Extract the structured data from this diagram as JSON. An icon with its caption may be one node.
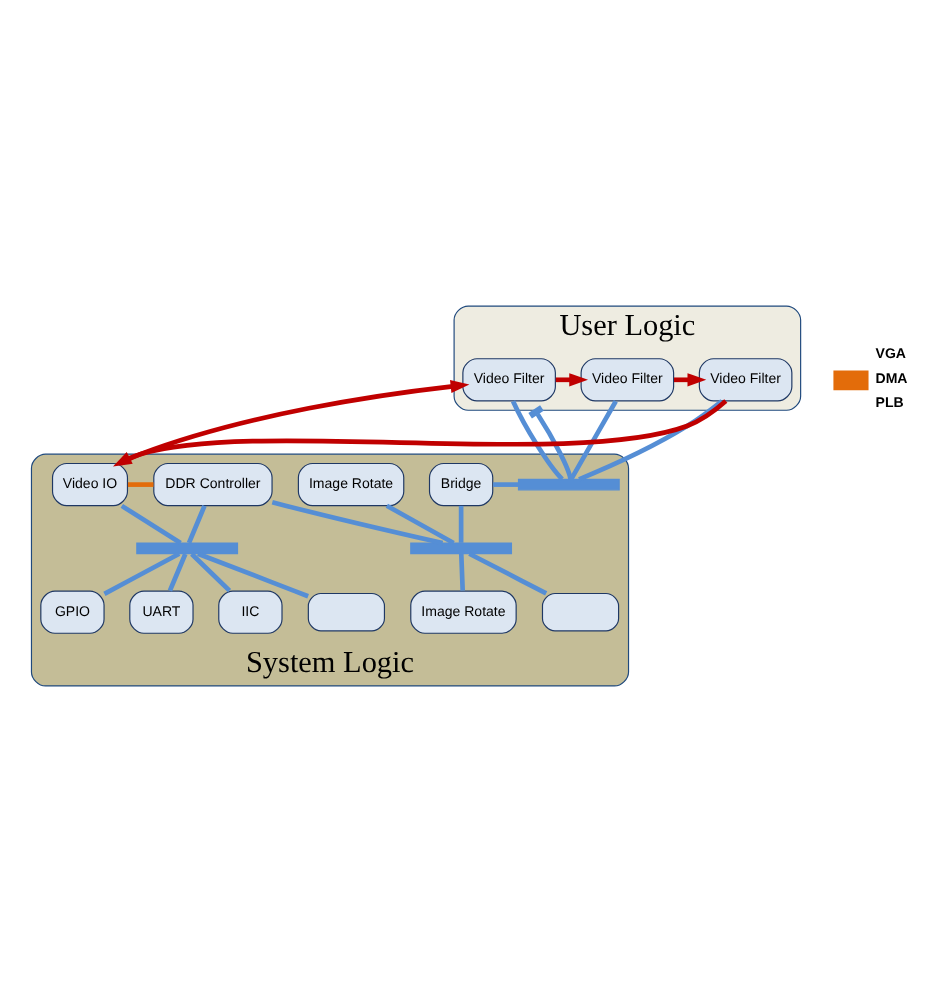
{
  "diagram": {
    "nodes": [
      {
        "text": [
          "User Logic"
        ]
      },
      {
        "text": [
          "Video Filter"
        ],
        "in": 0
      },
      {
        "text": [
          "Video Filter"
        ],
        "in": 0
      },
      {
        "text": [
          "Video Filter"
        ],
        "in": 0
      },
      {
        "text": [
          "System Logic"
        ]
      },
      {
        "text": [],
        "shape": "bar",
        "in": 4
      },
      {
        "text": [
          "Bridge"
        ],
        "in": 4
      },
      {
        "text": [
          "Video IO"
        ],
        "in": 4
      },
      {
        "text": [
          "DDR Controller"
        ],
        "in": 4
      },
      {
        "text": [
          "Image Rotate"
        ],
        "in": 4
      },
      {
        "text": [],
        "shape": "bar",
        "in": 4
      },
      {
        "text": [],
        "shape": "bar",
        "in": 4
      },
      {
        "text": [
          "GPIO"
        ],
        "in": 4
      },
      {
        "text": [
          "UART"
        ],
        "in": 4
      },
      {
        "text": [
          "Image Rotate"
        ],
        "in": 4
      },
      {
        "text": [
          "IIC"
        ],
        "in": 4
      },
      {
        "text": [],
        "shape": "box",
        "in": 4
      },
      {
        "text": [],
        "shape": "box",
        "in": 4
      }
    ],
    "edges": [
      {
        "from": 7,
        "to": 1,
        "arrow": "to",
        "color": "#c00000"
      },
      {
        "from": 1,
        "to": 2,
        "arrow": "to",
        "color": "#c00000"
      },
      {
        "from": 2,
        "to": 3,
        "arrow": "to",
        "color": "#c00000"
      },
      {
        "from": 3,
        "to": 7,
        "arrow": "to",
        "color": "#c00000"
      },
      {
        "from": 7,
        "to": 8,
        "arrow": "none",
        "color": "#e36c0a"
      },
      {
        "from": 1,
        "to": 5,
        "arrow": "none"
      },
      {
        "from": 2,
        "to": 5,
        "arrow": "none"
      },
      {
        "from": 3,
        "to": 5,
        "arrow": "none"
      },
      {
        "from": 6,
        "to": 5,
        "arrow": "none"
      },
      {
        "from": 5,
        "to": 0,
        "arrow": "other"
      },
      {
        "from": 7,
        "to": 10,
        "arrow": "none"
      },
      {
        "from": 12,
        "to": 10,
        "arrow": "none"
      },
      {
        "from": 13,
        "to": 10,
        "arrow": "none"
      },
      {
        "from": 15,
        "to": 10,
        "arrow": "none"
      },
      {
        "from": 16,
        "to": 10,
        "arrow": "none"
      },
      {
        "from": 8,
        "to": 10,
        "arrow": "none"
      },
      {
        "from": 6,
        "to": 11,
        "arrow": "none"
      },
      {
        "from": 8,
        "to": 11,
        "arrow": "none"
      },
      {
        "from": 9,
        "to": 11,
        "arrow": "none"
      },
      {
        "from": 14,
        "to": 11,
        "arrow": "none"
      },
      {
        "from": 17,
        "to": 11,
        "arrow": "none"
      }
    ],
    "legend": [
      {
        "text": "VGA"
      },
      {
        "text": "DMA",
        "color": "#e36c0a"
      },
      {
        "text": "PLB"
      }
    ]
  }
}
